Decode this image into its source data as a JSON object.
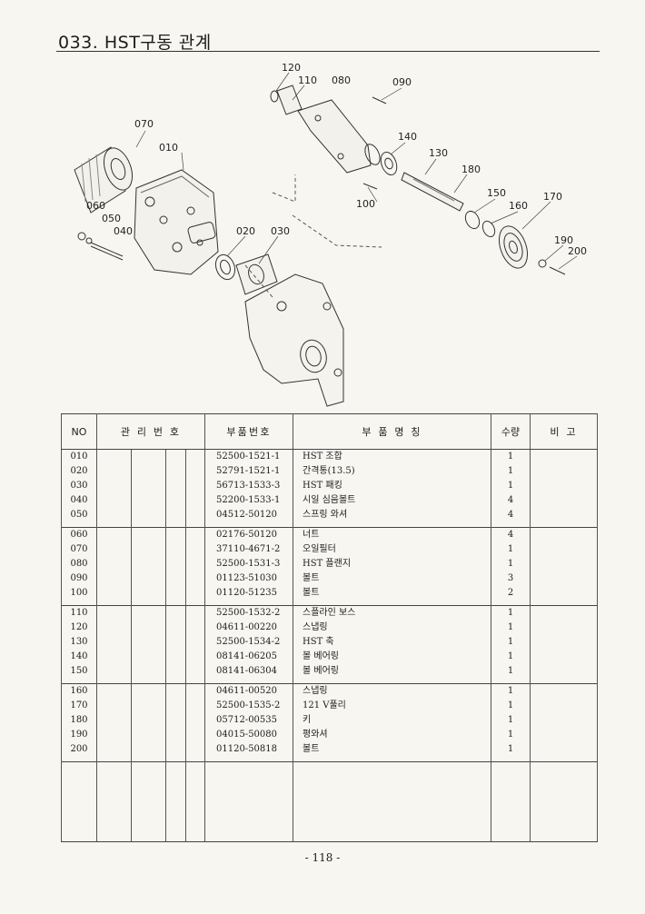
{
  "title": "033. HST구동 관계",
  "page_number": "- 118 -",
  "diagram_labels": {
    "l010": "010",
    "l020": "020",
    "l030": "030",
    "l040": "040",
    "l050": "050",
    "l060": "060",
    "l070": "070",
    "l080": "080",
    "l090": "090",
    "l100": "100",
    "l110": "110",
    "l120": "120",
    "l130": "130",
    "l140": "140",
    "l150": "150",
    "l160": "160",
    "l170": "170",
    "l180": "180",
    "l190": "190",
    "l200": "200"
  },
  "headers": {
    "no": "NO",
    "mgmt": "관 리 번 호",
    "part_number": "부품번호",
    "part_name": "부 품 명 칭",
    "qty": "수량",
    "remarks": "비 고"
  },
  "groups": [
    [
      {
        "no": "010",
        "pn": "52500-1521-1",
        "name": "HST 조합",
        "qty": "1"
      },
      {
        "no": "020",
        "pn": "52791-1521-1",
        "name": "간격통(13.5)",
        "qty": "1"
      },
      {
        "no": "030",
        "pn": "56713-1533-3",
        "name": "HST 패킹",
        "qty": "1"
      },
      {
        "no": "040",
        "pn": "52200-1533-1",
        "name": "시일 심음볼트",
        "qty": "4"
      },
      {
        "no": "050",
        "pn": "04512-50120",
        "name": "스프링 와셔",
        "qty": "4"
      }
    ],
    [
      {
        "no": "060",
        "pn": "02176-50120",
        "name": "너트",
        "qty": "4"
      },
      {
        "no": "070",
        "pn": "37110-4671-2",
        "name": "오일필터",
        "qty": "1"
      },
      {
        "no": "080",
        "pn": "52500-1531-3",
        "name": "HST 플랜지",
        "qty": "1"
      },
      {
        "no": "090",
        "pn": "01123-51030",
        "name": "볼트",
        "qty": "3"
      },
      {
        "no": "100",
        "pn": "01120-51235",
        "name": "볼트",
        "qty": "2"
      }
    ],
    [
      {
        "no": "110",
        "pn": "52500-1532-2",
        "name": "스플라인 보스",
        "qty": "1"
      },
      {
        "no": "120",
        "pn": "04611-00220",
        "name": "스냅링",
        "qty": "1"
      },
      {
        "no": "130",
        "pn": "52500-1534-2",
        "name": "HST 축",
        "qty": "1"
      },
      {
        "no": "140",
        "pn": "08141-06205",
        "name": "볼 베어링",
        "qty": "1"
      },
      {
        "no": "150",
        "pn": "08141-06304",
        "name": "볼 베어링",
        "qty": "1"
      }
    ],
    [
      {
        "no": "160",
        "pn": "04611-00520",
        "name": "스냅링",
        "qty": "1"
      },
      {
        "no": "170",
        "pn": "52500-1535-2",
        "name": "121 V풀리",
        "qty": "1"
      },
      {
        "no": "180",
        "pn": "05712-00535",
        "name": "키",
        "qty": "1"
      },
      {
        "no": "190",
        "pn": "04015-50080",
        "name": "평와셔",
        "qty": "1"
      },
      {
        "no": "200",
        "pn": "01120-50818",
        "name": "볼트",
        "qty": "1"
      }
    ]
  ]
}
